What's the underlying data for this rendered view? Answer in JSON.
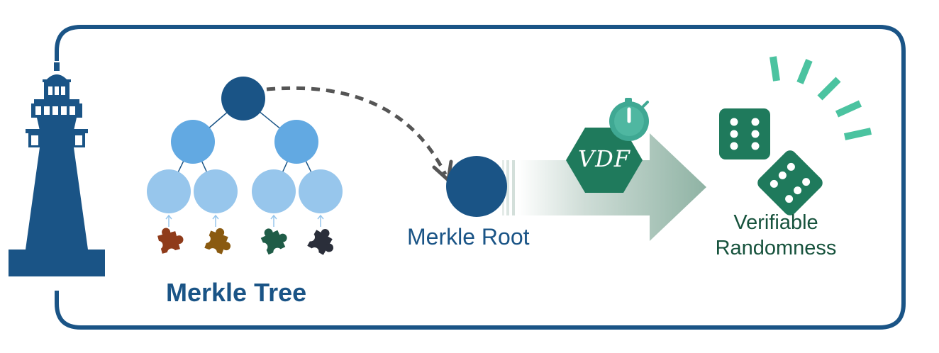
{
  "labels": {
    "merkle_tree": "Merkle Tree",
    "merkle_root": "Merkle Root",
    "vdf": "VDF",
    "randomness_line1": "Verifiable",
    "randomness_line2": "Randomness"
  },
  "colors": {
    "frame": "#1a5486",
    "lighthouse": "#1a5486",
    "root_node": "#1a5486",
    "mid_node": "#62a9e2",
    "leaf_node": "#97c6ec",
    "puzzle_pieces": [
      "#8f3b1a",
      "#8a5a10",
      "#1f5c47",
      "#2a2e3a"
    ],
    "vdf_hexagon": "#1f7a5c",
    "timer": "#3fa893",
    "dice": "#1f7a5c",
    "rays": "#4bc3a0",
    "randomness_text": "#16523c"
  },
  "icons": {
    "lighthouse": "lighthouse-icon",
    "puzzle": "puzzle-piece-icon",
    "timer": "stopwatch-icon",
    "dice": "dice-icon"
  }
}
